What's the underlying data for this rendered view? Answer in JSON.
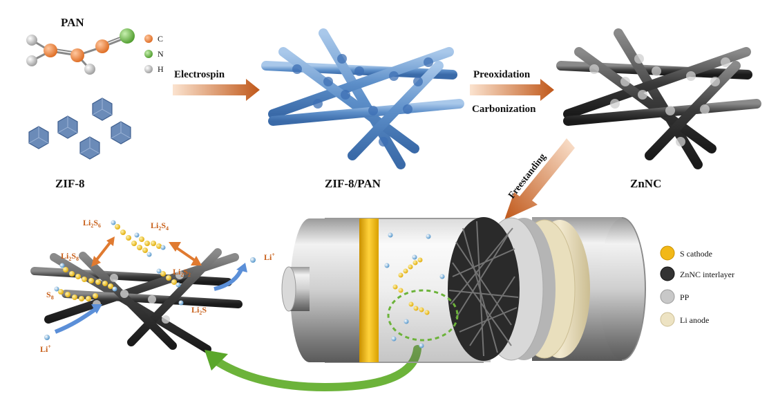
{
  "top": {
    "pan_label": "PAN",
    "atom_legend": [
      {
        "symbol": "C",
        "color": "#e8803a"
      },
      {
        "symbol": "N",
        "color": "#6ab04c"
      },
      {
        "symbol": "H",
        "color": "#b8b8b8"
      }
    ],
    "zif8_label": "ZIF-8",
    "step1": "Electrospin",
    "zif8pan_label": "ZIF-8/PAN",
    "step2a": "Preoxidation",
    "step2b": "Carbonization",
    "znnc_label": "ZnNC",
    "step3": "Freestanding"
  },
  "mechanism": {
    "li2s6_base": "Li",
    "li2s6_sub": "2",
    "li2s6_s": "S",
    "li2s6_n": "6",
    "li2s4_base": "Li",
    "li2s4_sub": "2",
    "li2s4_s": "S",
    "li2s4_n": "4",
    "li2s8_base": "Li",
    "li2s8_sub": "2",
    "li2s8_s": "S",
    "li2s8_n": "8",
    "li2s2_base": "Li",
    "li2s2_sub": "2",
    "li2s2_s": "S",
    "li2s2_n": "2",
    "s8_base": "S",
    "s8_n": "8",
    "li2s_base": "Li",
    "li2s_sub": "2",
    "li2s_s": "S",
    "li_plus_in": "Li",
    "li_plus_out": "Li",
    "plus": "+"
  },
  "legend": [
    {
      "label": "S cathode",
      "color": "#f2b817"
    },
    {
      "label": "ZnNC  interlayer",
      "color": "#333333"
    },
    {
      "label": "PP",
      "color": "#c8c8c8"
    },
    {
      "label": "Li  anode",
      "color": "#ede3c3"
    }
  ]
}
